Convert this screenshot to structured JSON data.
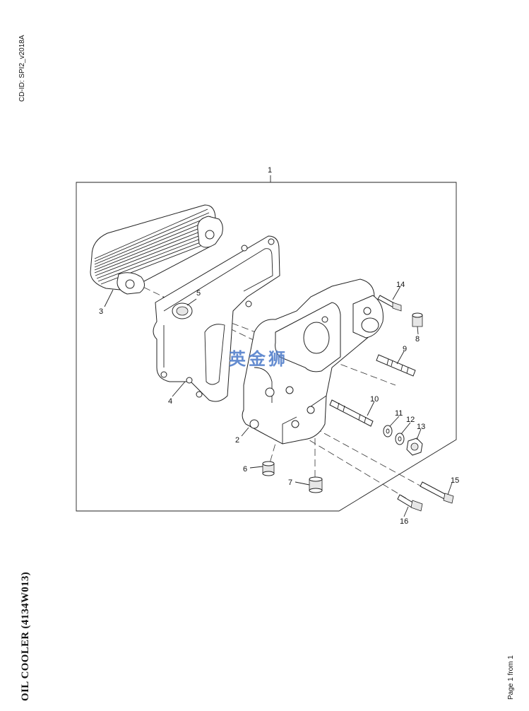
{
  "document": {
    "cd_id": "CD-ID: SPI2_v2018A",
    "title": "OIL COOLER (4134W013)",
    "page_info": "Page 1 from 1"
  },
  "watermark": {
    "text": "英金狮",
    "color": "#4a78c8"
  },
  "callouts": {
    "c1": "1",
    "c2": "2",
    "c3": "3",
    "c4": "4",
    "c5": "5",
    "c6": "6",
    "c7": "7",
    "c8": "8",
    "c9": "9",
    "c10": "10",
    "c11": "11",
    "c12": "12",
    "c13": "13",
    "c14": "14",
    "c15": "15",
    "c16": "16"
  }
}
